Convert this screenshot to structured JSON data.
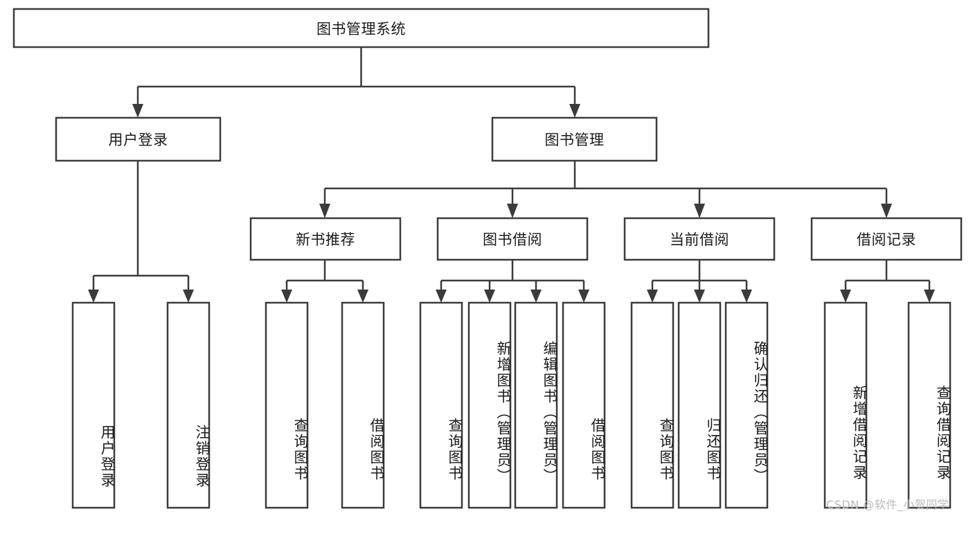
{
  "diagram": {
    "title": "图书管理系统",
    "type": "tree-hierarchy-diagram",
    "root": {
      "label": "图书管理系统"
    },
    "level2": [
      {
        "label": "用户登录"
      },
      {
        "label": "图书管理"
      }
    ],
    "level3": [
      {
        "label": "新书推荐"
      },
      {
        "label": "图书借阅"
      },
      {
        "label": "当前借阅"
      },
      {
        "label": "借阅记录"
      }
    ],
    "leaves": {
      "user_login": [
        {
          "label": "用户登录"
        },
        {
          "label": "注销登录"
        }
      ],
      "new_book_recommend": [
        {
          "label": "查询图书"
        },
        {
          "label": "借阅图书"
        }
      ],
      "book_borrow": [
        {
          "label": "查询图书"
        },
        {
          "label": "新增图书（管理员）"
        },
        {
          "label": "编辑图书（管理员）"
        },
        {
          "label": "借阅图书"
        }
      ],
      "current_borrow": [
        {
          "label": "查询图书"
        },
        {
          "label": "归还图书"
        },
        {
          "label": "确认归还（管理员）"
        }
      ],
      "borrow_record": [
        {
          "label": "新增借阅记录"
        },
        {
          "label": "查询借阅记录"
        }
      ]
    }
  },
  "watermark": {
    "text": "CSDN @软件_小贺同学"
  },
  "colors": {
    "stroke": "#3b3b3b",
    "fill": "#ffffff",
    "text": "#1a1a1a",
    "watermark": "#b9b9b9"
  }
}
